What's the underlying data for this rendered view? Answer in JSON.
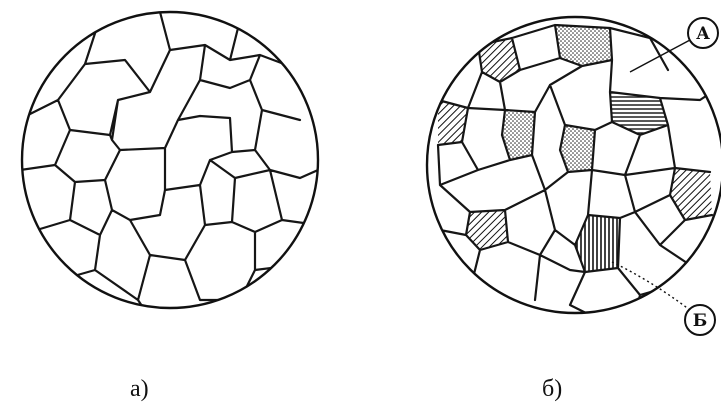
{
  "panel_a": {
    "caption": "а)"
  },
  "panel_b": {
    "caption": "б)",
    "callout_top": "А",
    "callout_bottom": "Б"
  }
}
